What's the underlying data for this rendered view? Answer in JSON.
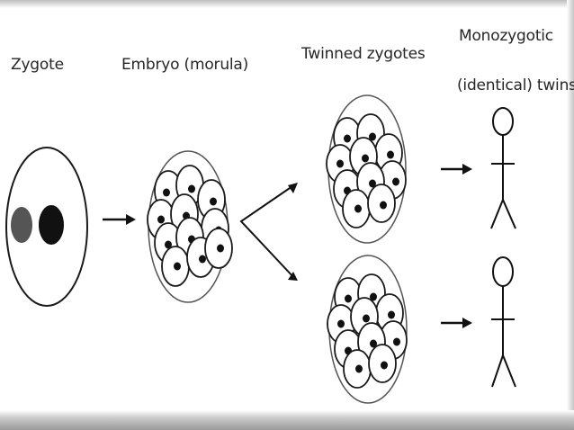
{
  "labels": {
    "zygote": "Zygote",
    "embryo": "Embryo (morula)",
    "twinned": "Twinned zygotes",
    "mono_line1": "Monozygotic",
    "mono_line2": "(identical) twins"
  },
  "colors": {
    "outline": "#1a1a1a",
    "nucleus": "#111111",
    "pronucleus_left": "#555555",
    "cell_fill": "#ffffff"
  }
}
